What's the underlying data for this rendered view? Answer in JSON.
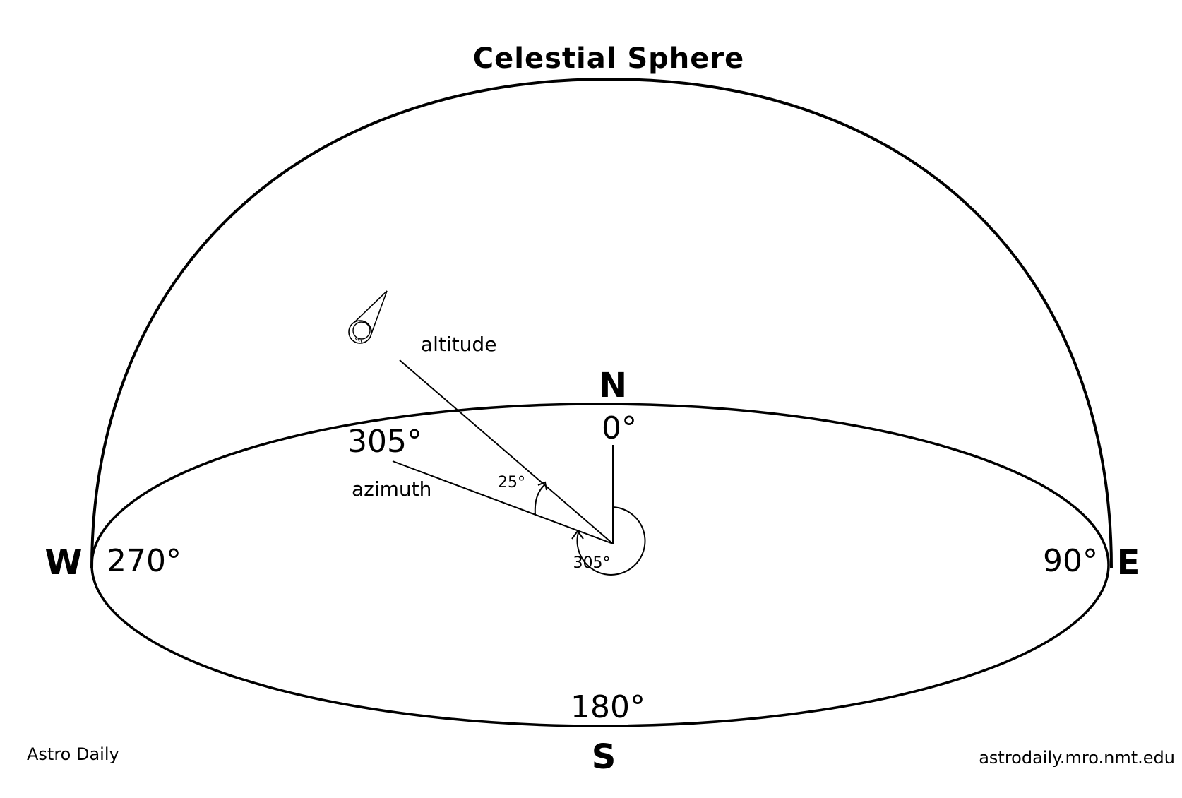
{
  "title": "Celestial Sphere",
  "cardinals": {
    "north": "N",
    "south": "S",
    "west": "W",
    "east": "E"
  },
  "azimuth_marks": {
    "north": "0°",
    "east": "90°",
    "south": "180°",
    "west": "270°"
  },
  "object": {
    "azimuth_deg": 305,
    "altitude_deg": 25,
    "icon": "comet-icon"
  },
  "labels": {
    "altitude": "altitude",
    "azimuth": "azimuth",
    "azimuth_value": "305°",
    "altitude_angle": "25°",
    "azimuth_angle": "305°"
  },
  "footer": {
    "left": "Astro Daily",
    "right": "astrodaily.mro.nmt.edu"
  }
}
